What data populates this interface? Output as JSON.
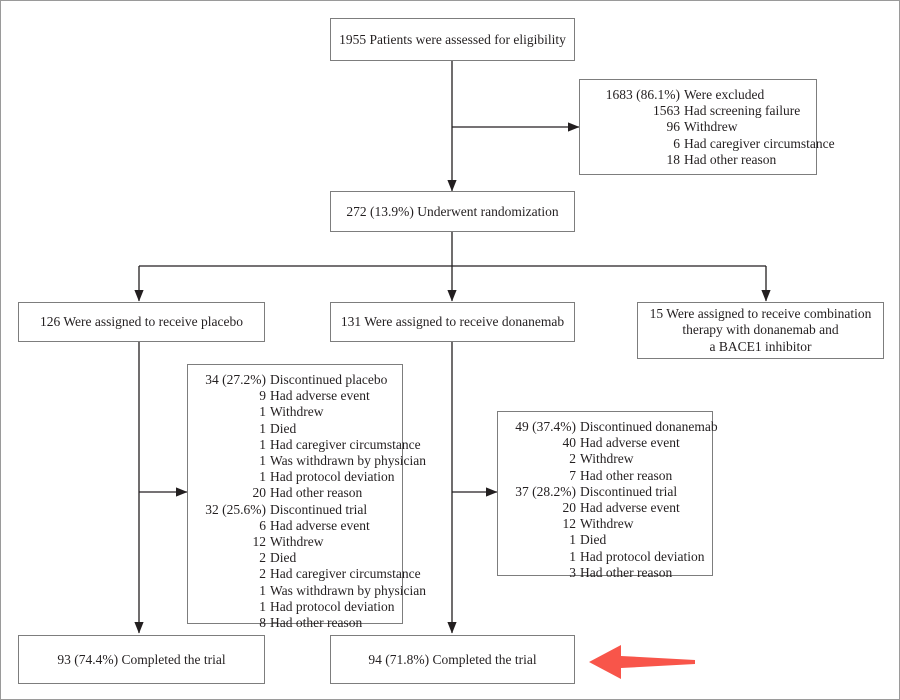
{
  "diagram": {
    "title": "CONSORT patient flow diagram",
    "accent_red": "#f8554a",
    "box_border": "#7d7d7d",
    "connector_color": "#231f20",
    "frame_border": "#9a9a9a"
  },
  "nodes": {
    "assessed": {
      "label": "1955 Patients were assessed for eligibility"
    },
    "excluded": {
      "rows": [
        {
          "num": "1683 (86.1%)",
          "label": "Were excluded"
        },
        {
          "num": "1563",
          "label": "Had screening failure"
        },
        {
          "num": "96",
          "label": "Withdrew"
        },
        {
          "num": "6",
          "label": "Had caregiver circumstance"
        },
        {
          "num": "18",
          "label": "Had other reason"
        }
      ]
    },
    "randomized": {
      "label": "272 (13.9%) Underwent randomization"
    },
    "arm_placebo": {
      "label": "126 Were assigned to receive placebo"
    },
    "arm_donanemab": {
      "label": "131 Were assigned to receive donanemab"
    },
    "arm_combination": {
      "line1": "15 Were assigned to receive combination",
      "line2": "therapy with donanemab and",
      "line3": "a BACE1 inhibitor"
    },
    "disc_placebo": {
      "rows": [
        {
          "num": "34 (27.2%)",
          "label": "Discontinued placebo"
        },
        {
          "num": "9",
          "label": "Had adverse event"
        },
        {
          "num": "1",
          "label": "Withdrew"
        },
        {
          "num": "1",
          "label": "Died"
        },
        {
          "num": "1",
          "label": "Had caregiver circumstance"
        },
        {
          "num": "1",
          "label": "Was withdrawn by physician"
        },
        {
          "num": "1",
          "label": "Had protocol deviation"
        },
        {
          "num": "20",
          "label": "Had other reason"
        },
        {
          "num": "32 (25.6%)",
          "label": "Discontinued trial"
        },
        {
          "num": "6",
          "label": "Had adverse event"
        },
        {
          "num": "12",
          "label": "Withdrew"
        },
        {
          "num": "2",
          "label": "Died"
        },
        {
          "num": "2",
          "label": "Had caregiver circumstance"
        },
        {
          "num": "1",
          "label": "Was withdrawn by physician"
        },
        {
          "num": "1",
          "label": "Had protocol deviation"
        },
        {
          "num": "8",
          "label": "Had other reason"
        }
      ]
    },
    "disc_donanemab": {
      "rows": [
        {
          "num": "49 (37.4%)",
          "label": "Discontinued donanemab"
        },
        {
          "num": "40",
          "label": "Had adverse event"
        },
        {
          "num": "2",
          "label": "Withdrew"
        },
        {
          "num": "7",
          "label": "Had other reason"
        },
        {
          "num": "37 (28.2%)",
          "label": "Discontinued trial"
        },
        {
          "num": "20",
          "label": "Had adverse event"
        },
        {
          "num": "12",
          "label": "Withdrew"
        },
        {
          "num": "1",
          "label": "Died"
        },
        {
          "num": "1",
          "label": "Had protocol deviation"
        },
        {
          "num": "3",
          "label": "Had other reason"
        }
      ]
    },
    "completed_placebo": {
      "label": "93 (74.4%) Completed the trial"
    },
    "completed_donanemab": {
      "label": "94 (71.8%) Completed the trial"
    }
  },
  "annotation": {
    "red_arrow": {
      "name": "red-pointer-arrow",
      "direction": "left",
      "points_to": "94 (71.8%) Completed the trial"
    }
  }
}
